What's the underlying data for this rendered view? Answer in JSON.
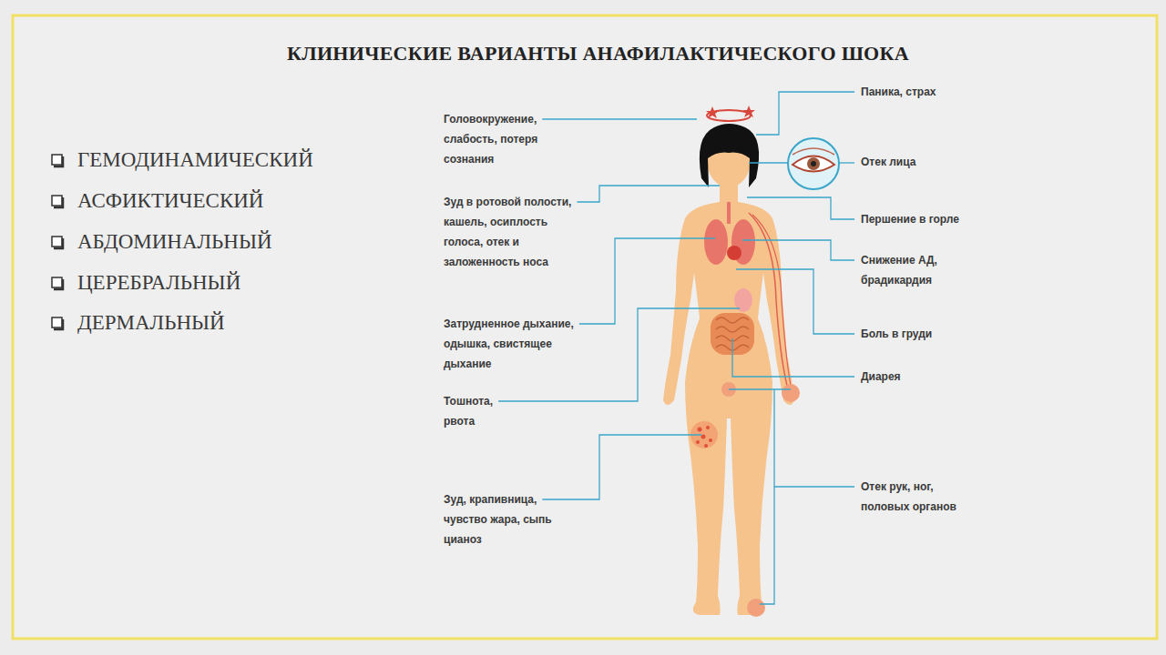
{
  "diagram": {
    "title": "КЛИНИЧЕСКИЕ ВАРИАНТЫ АНАФИЛАКТИЧЕСКОГО ШОКА",
    "labels": [
      "ГЕМОДИНАМИЧЕСКИЙ",
      "АСФИКТИЧЕСКИЙ",
      "АБДОМИНАЛЬНЫЙ",
      "ЦЕРЕБРАЛЬНЫЙ",
      "ДЕРМАЛЬНЫЙ",
      "Головокружение, слабость, потеря сознания",
      "Зуд в ротовой полости, кашель, осиплость голоса, отек и заложенность носа",
      "Затрудненное дыхание, одышка, свистящее дыхание",
      "Тошнота, рвота",
      "Зуд, крапивница, чувство жара, сыпь цианоз",
      "Паника, страх",
      "Отек лица",
      "Першение в горле",
      "Снижение АД, брадикардия",
      "Боль в груди",
      "Диарея",
      "Отек рук, ног, половых органов"
    ]
  }
}
